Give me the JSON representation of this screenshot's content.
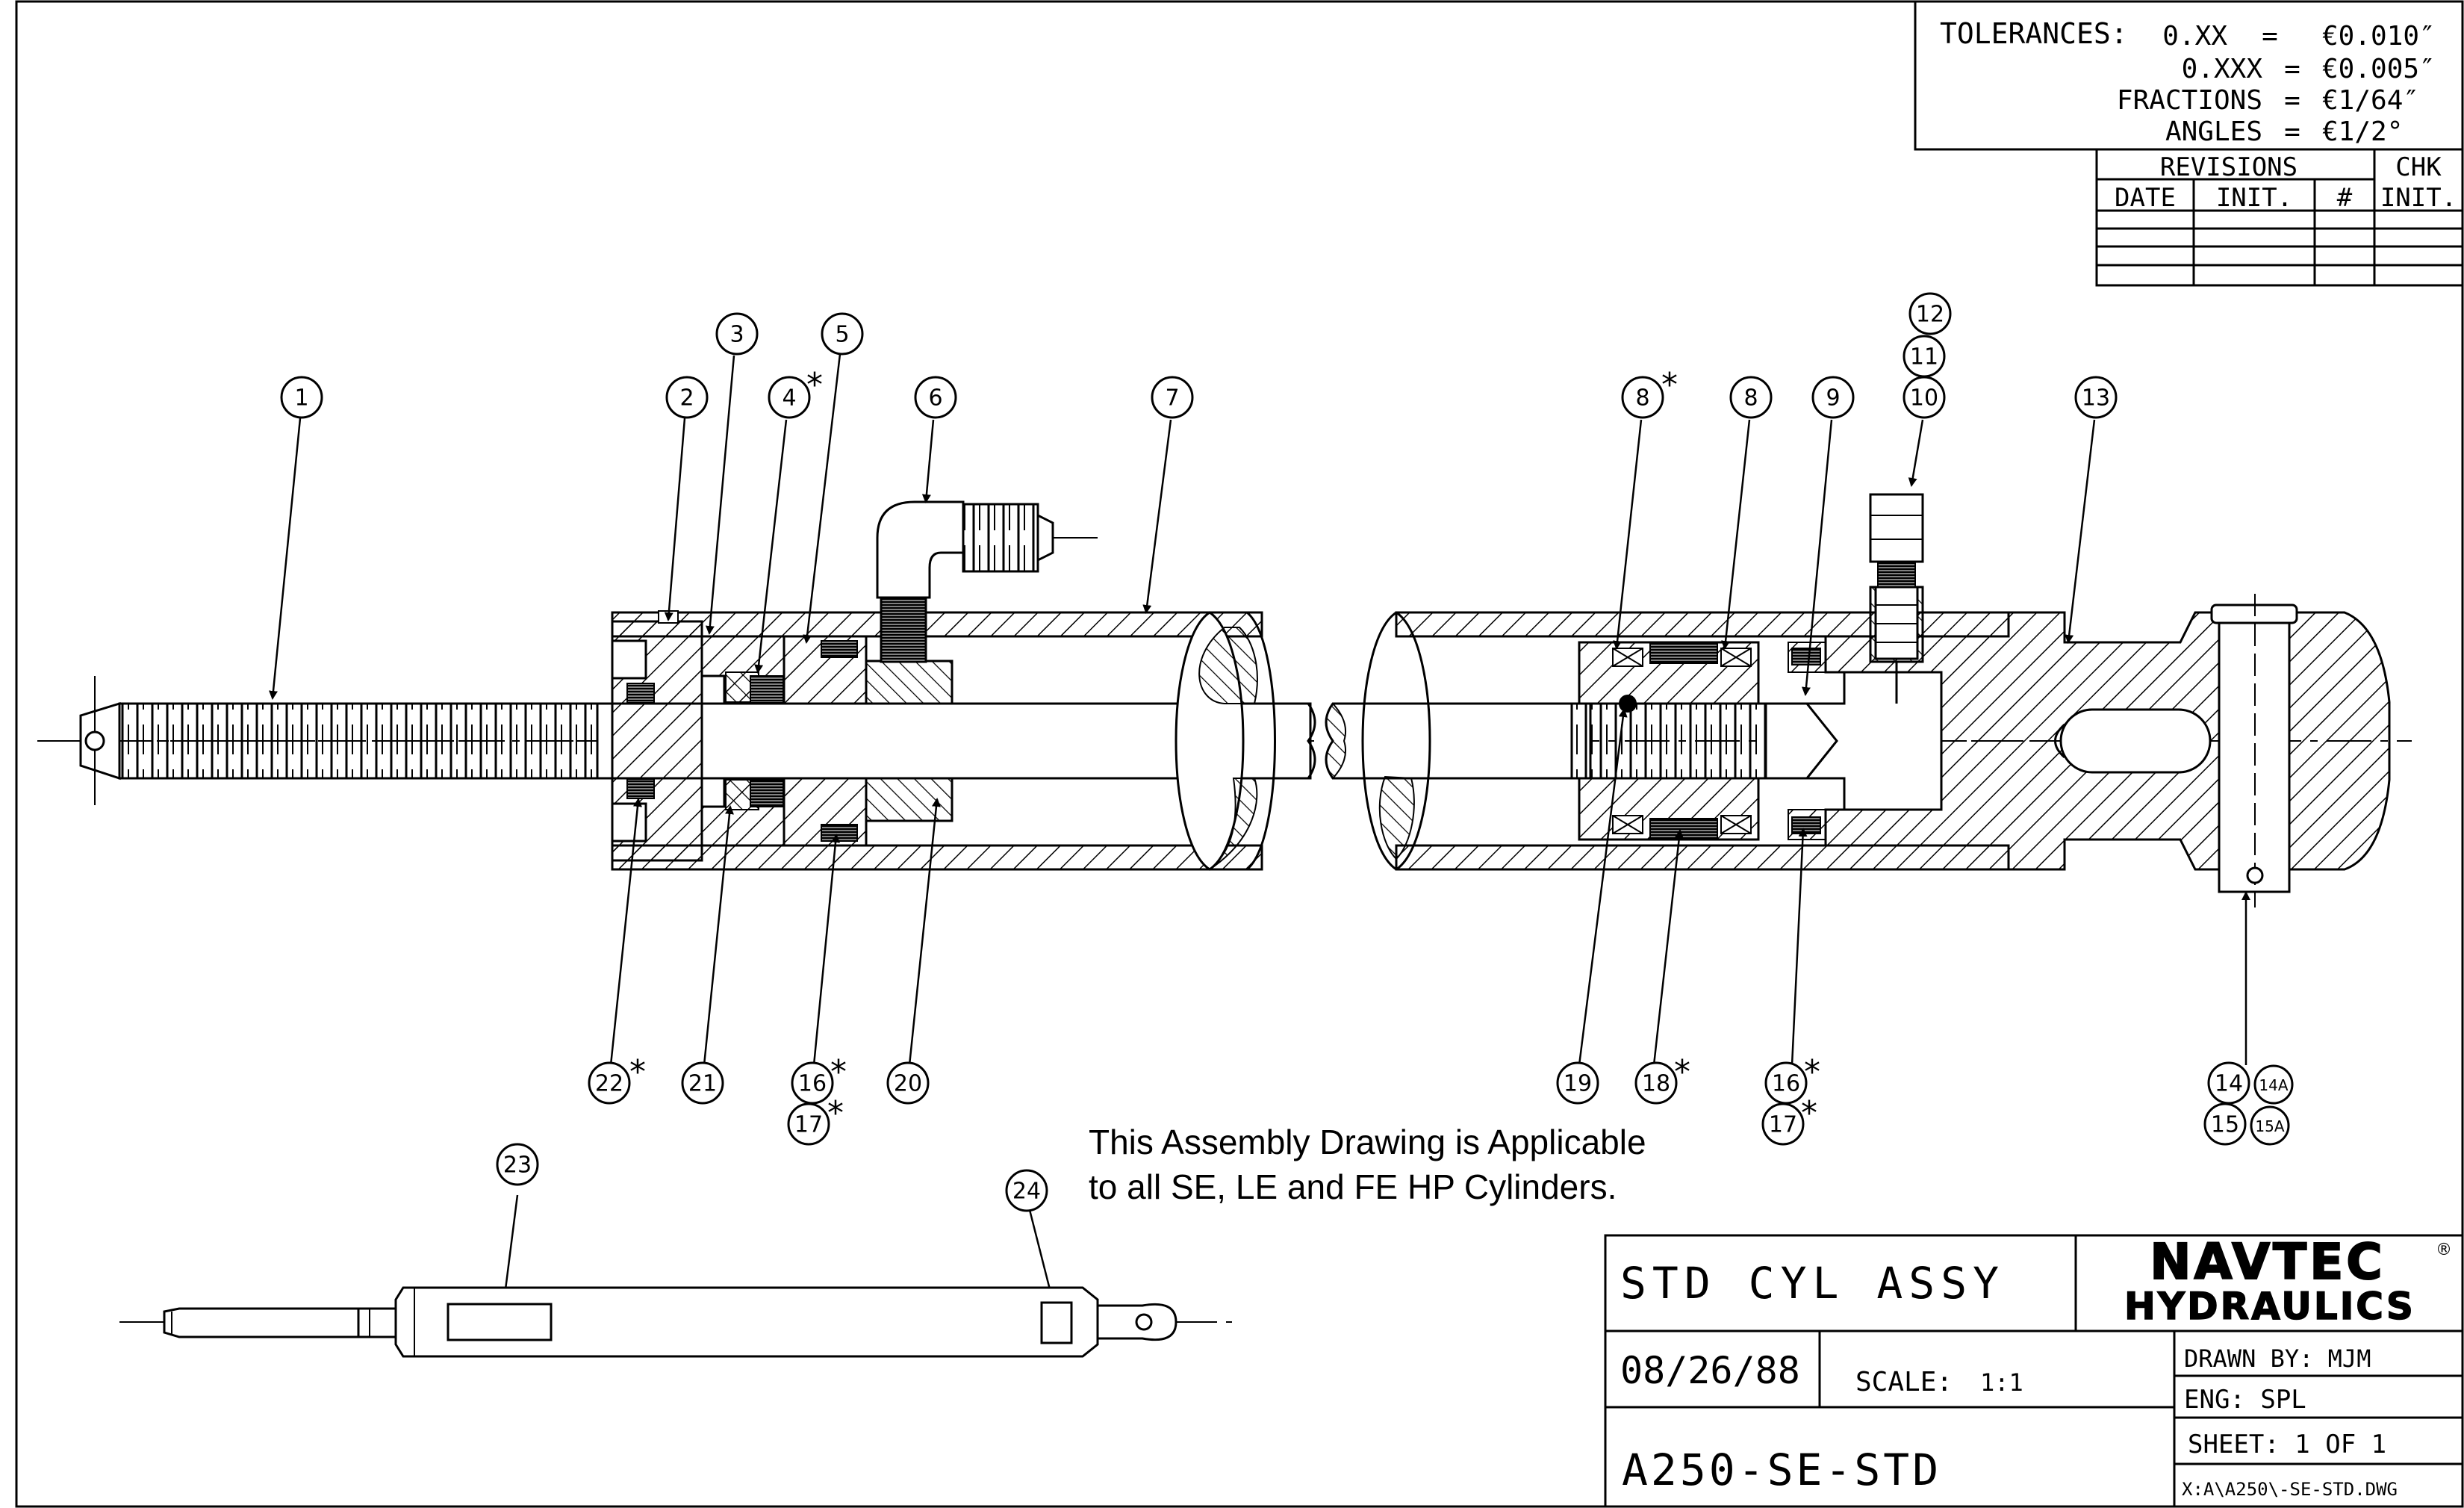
{
  "tolerances": {
    "label": "TOLERANCES:",
    "rows": [
      {
        "key": "0.XX",
        "value": "€0.010″"
      },
      {
        "key": "0.XXX",
        "value": "€0.005″"
      },
      {
        "key": "FRACTIONS",
        "value": "€1/64″"
      },
      {
        "key": "ANGLES",
        "value": "€1/2°"
      }
    ]
  },
  "revisions": {
    "title": "REVISIONS",
    "chk_label": "CHK",
    "columns": [
      "DATE",
      "INIT.",
      "#",
      "INIT."
    ]
  },
  "balloons": {
    "b1": "1",
    "b2": "2",
    "b3": "3",
    "b4": "4",
    "b5": "5",
    "b6": "6",
    "b7": "7",
    "b8a": "8",
    "b8b": "8",
    "b9": "9",
    "b10": "10",
    "b11": "11",
    "b12": "12",
    "b13": "13",
    "b14": "14",
    "b14a": "14A",
    "b15": "15",
    "b15a": "15A",
    "b16a": "16",
    "b17a": "17",
    "b16b": "16",
    "b17b": "17",
    "b18": "18",
    "b19": "19",
    "b20": "20",
    "b21": "21",
    "b22": "22",
    "b23": "23",
    "b24": "24"
  },
  "note": {
    "line1": "This Assembly Drawing is Applicable",
    "line2": "to all SE, LE and FE HP Cylinders."
  },
  "title_block": {
    "title": "STD CYL ASSY",
    "logo_line1": "NAVTEC",
    "logo_registered": "®",
    "logo_line2": "HYDRAULICS",
    "date": "08/26/88",
    "scale_label": "SCALE:",
    "scale_value": "1:1",
    "drawn_by": "DRAWN BY: MJM",
    "eng": "ENG: SPL",
    "sheet": "SHEET: 1 OF 1",
    "drawing_number": "A250-SE-STD",
    "file_path": "X:A\\A250\\-SE-STD.DWG"
  }
}
